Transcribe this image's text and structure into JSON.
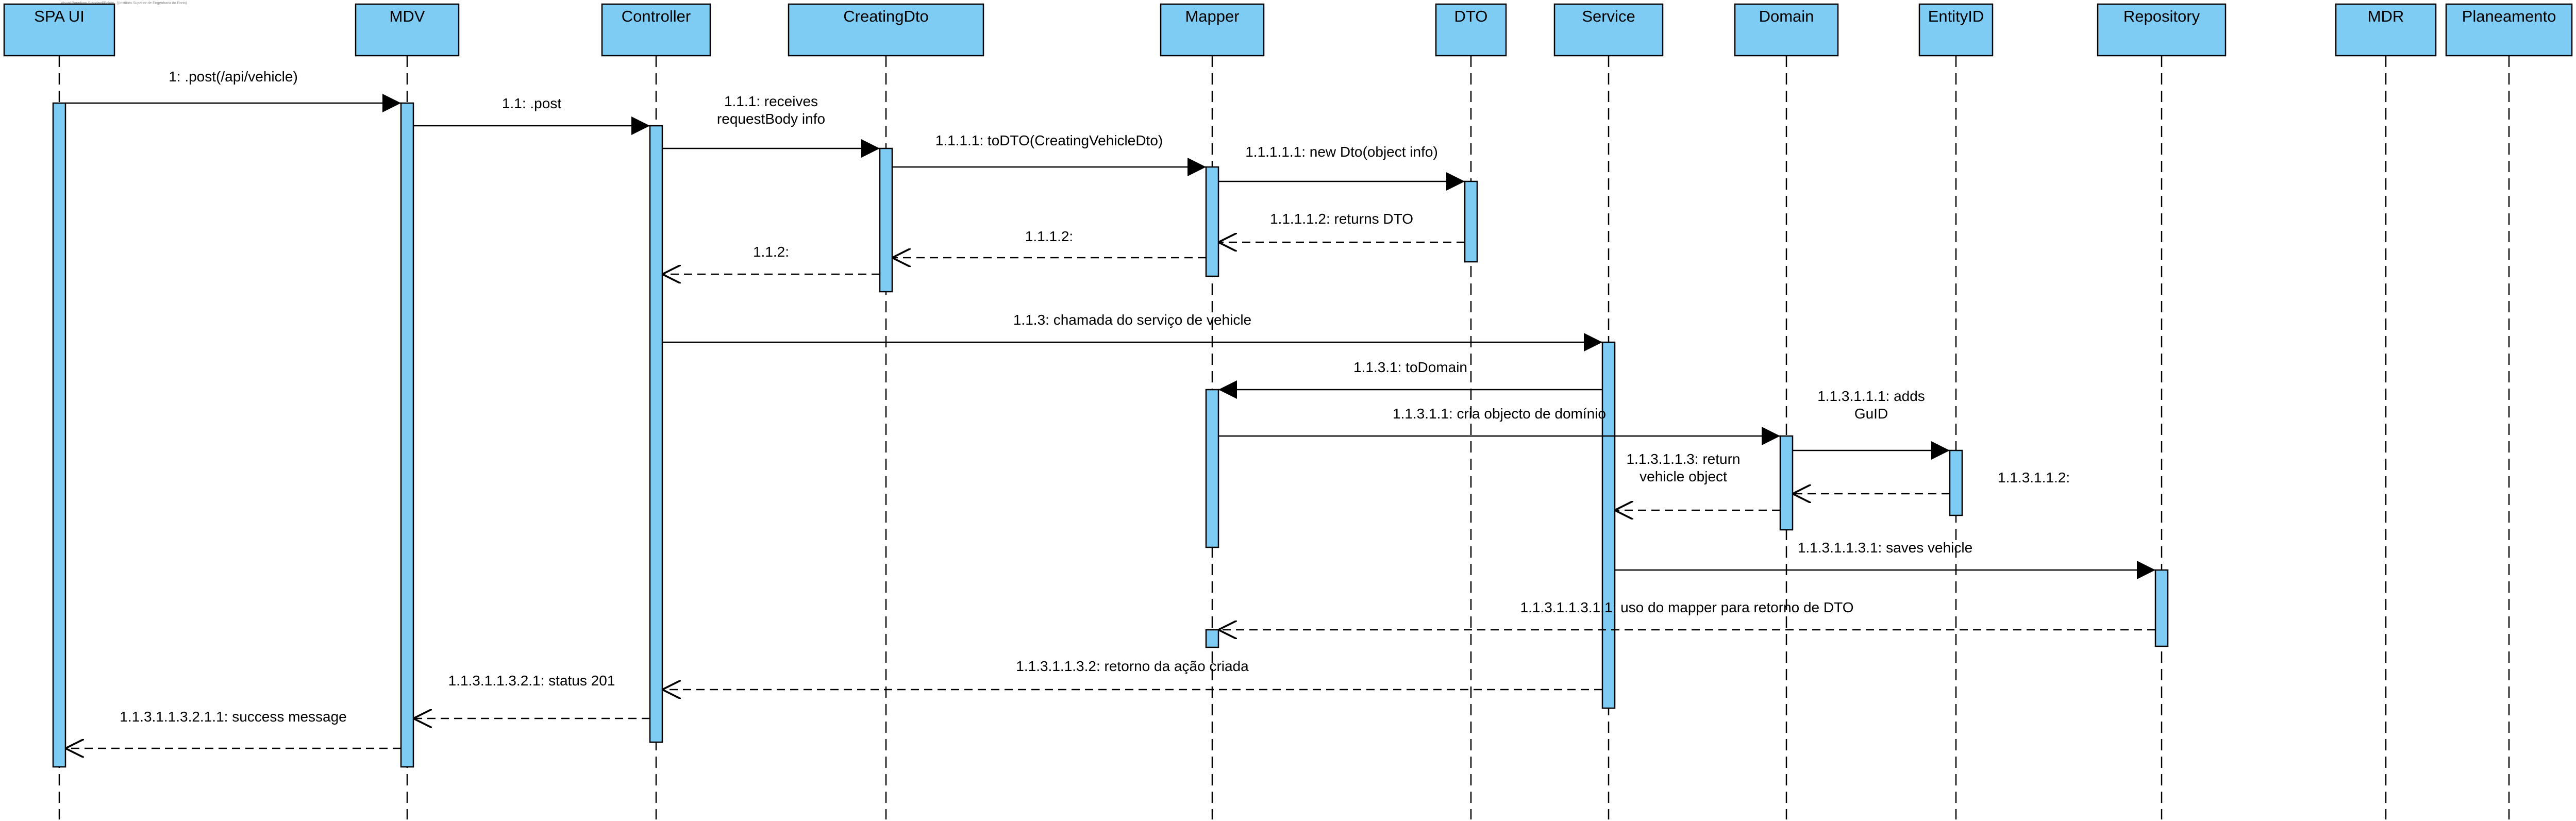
{
  "diagram": {
    "type": "sequence-diagram",
    "corner_note": "Visual Paradigm Standard(Polyte...)(Instituto Superior de Engenharia do Porto)",
    "participants": [
      {
        "id": "spa_ui",
        "label": "SPA  UI"
      },
      {
        "id": "mdv",
        "label": "MDV"
      },
      {
        "id": "controller",
        "label": "Controller"
      },
      {
        "id": "creatingdto",
        "label": "CreatingDto"
      },
      {
        "id": "mapper",
        "label": "Mapper"
      },
      {
        "id": "dto",
        "label": "DTO"
      },
      {
        "id": "service",
        "label": "Service"
      },
      {
        "id": "domain",
        "label": "Domain"
      },
      {
        "id": "entityid",
        "label": "EntityID"
      },
      {
        "id": "repository",
        "label": "Repository"
      },
      {
        "id": "mdr",
        "label": "MDR"
      },
      {
        "id": "planeamento",
        "label": "Planeamento"
      }
    ],
    "messages": [
      {
        "from": "spa_ui",
        "to": "mdv",
        "kind": "call",
        "label": [
          "1: .post(/api/vehicle)"
        ]
      },
      {
        "from": "mdv",
        "to": "controller",
        "kind": "call",
        "label": [
          "1.1: .post"
        ]
      },
      {
        "from": "controller",
        "to": "creatingdto",
        "kind": "call",
        "label": [
          "1.1.1: receives",
          "requestBody info"
        ]
      },
      {
        "from": "creatingdto",
        "to": "mapper",
        "kind": "call",
        "label": [
          "1.1.1.1: toDTO(CreatingVehicleDto)"
        ]
      },
      {
        "from": "mapper",
        "to": "dto",
        "kind": "call",
        "label": [
          "1.1.1.1.1: new Dto(object info)"
        ]
      },
      {
        "from": "dto",
        "to": "mapper",
        "kind": "return",
        "label": [
          "1.1.1.1.2: returns DTO"
        ]
      },
      {
        "from": "mapper",
        "to": "creatingdto",
        "kind": "return",
        "label": [
          "1.1.1.2:"
        ]
      },
      {
        "from": "creatingdto",
        "to": "controller",
        "kind": "return",
        "label": [
          "1.1.2:"
        ]
      },
      {
        "from": "controller",
        "to": "service",
        "kind": "call",
        "label": [
          "1.1.3: chamada do serviço de vehicle"
        ]
      },
      {
        "from": "service",
        "to": "mapper",
        "kind": "call",
        "label": [
          "1.1.3.1: toDomain"
        ]
      },
      {
        "from": "mapper",
        "to": "domain",
        "kind": "call",
        "label": [
          "1.1.3.1.1: cria objecto de domínio"
        ]
      },
      {
        "from": "domain",
        "to": "entityid",
        "kind": "call",
        "label": [
          "1.1.3.1.1.1: adds",
          "GuID"
        ]
      },
      {
        "from": "entityid",
        "to": "domain",
        "kind": "return",
        "label": [
          "1.1.3.1.1.2:"
        ]
      },
      {
        "from": "domain",
        "to": "service",
        "kind": "return",
        "label": [
          "1.1.3.1.1.3: return",
          "vehicle object"
        ]
      },
      {
        "from": "service",
        "to": "repository",
        "kind": "call",
        "label": [
          "1.1.3.1.1.3.1: saves vehicle"
        ]
      },
      {
        "from": "repository",
        "to": "mapper",
        "kind": "return",
        "label": [
          "1.1.3.1.1.3.1.1: uso do mapper para retorno de DTO"
        ]
      },
      {
        "from": "service",
        "to": "controller",
        "kind": "return",
        "label": [
          "1.1.3.1.1.3.2: retorno da ação criada"
        ]
      },
      {
        "from": "controller",
        "to": "mdv",
        "kind": "return",
        "label": [
          "1.1.3.1.1.3.2.1: status 201"
        ]
      },
      {
        "from": "mdv",
        "to": "spa_ui",
        "kind": "return",
        "label": [
          "1.1.3.1.1.3.2.1.1: success message"
        ]
      }
    ],
    "colors": {
      "participant_fill": "#7ecbf3",
      "activation_fill": "#7ecbf3",
      "stroke": "#000000",
      "background": "#ffffff"
    }
  }
}
